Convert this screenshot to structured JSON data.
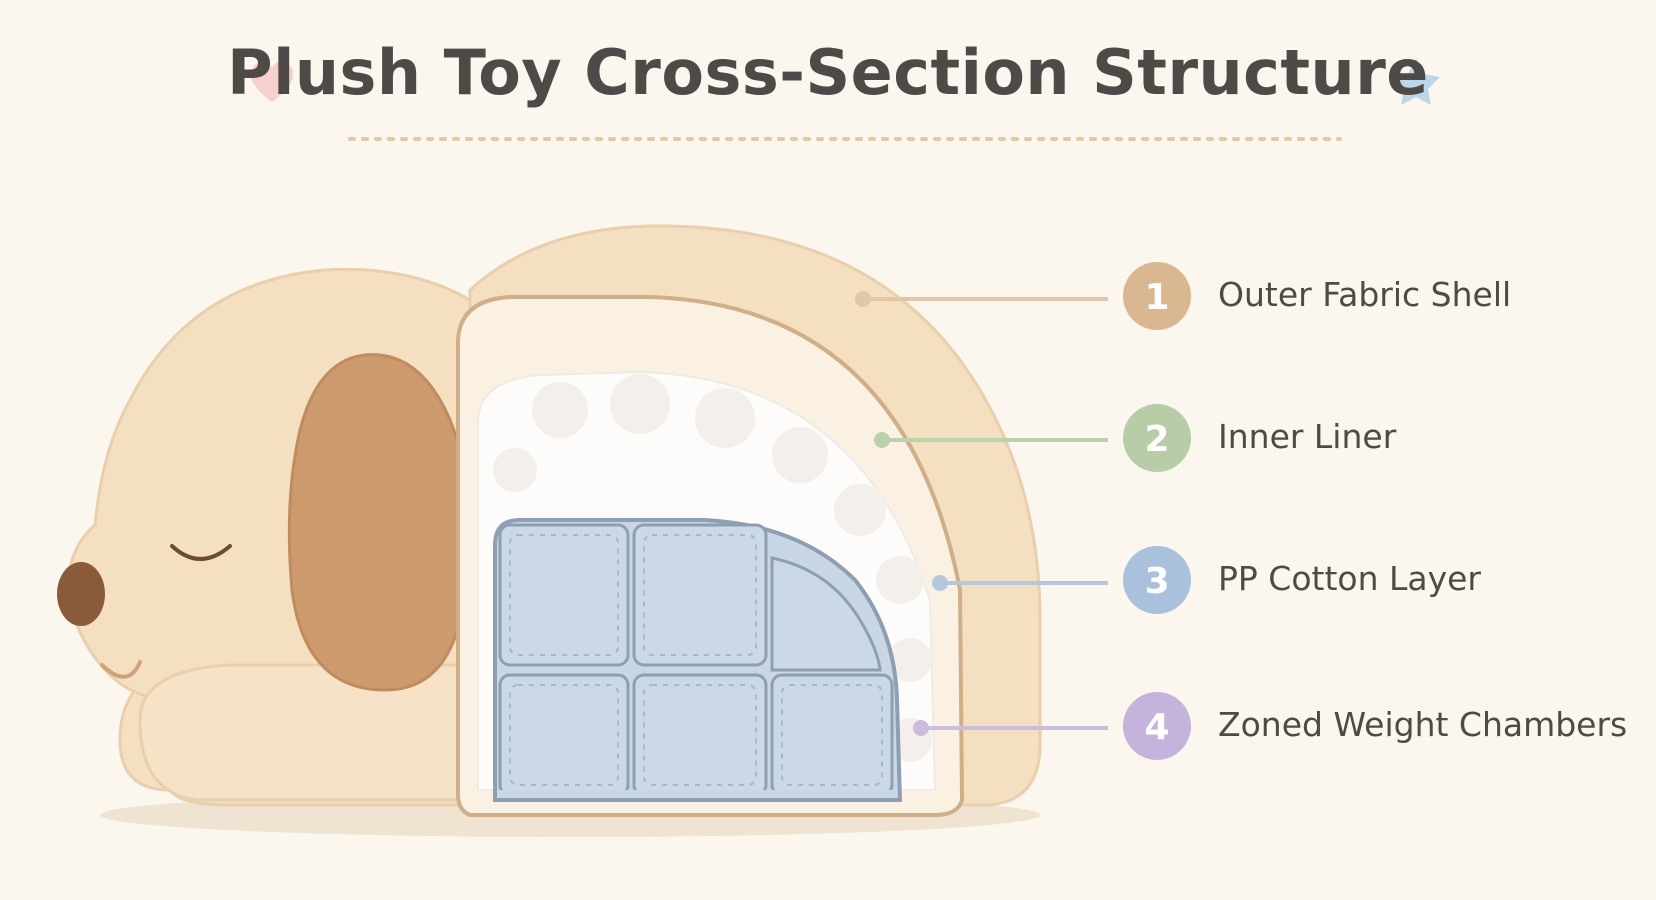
{
  "title": "Plush Toy Cross-Section Structure",
  "icons": {
    "left": "heart-icon",
    "right": "star-icon"
  },
  "colors": {
    "background": "#fbf6ee",
    "fur": "#f4dfc0",
    "ear": "#cc9a6c",
    "nose": "#8a5a3a",
    "inner_liner": "#fbf1e2",
    "cotton": "#fdfcfa",
    "chambers": "#c9d6e3",
    "chamber_border": "#8f9fb3"
  },
  "layers": [
    {
      "number": "1",
      "label": "Outer Fabric Shell",
      "color": "#d9b790",
      "line_color": "#e2c7a6"
    },
    {
      "number": "2",
      "label": "Inner Liner",
      "color": "#b9cca8",
      "line_color": "#bdd0ad"
    },
    {
      "number": "3",
      "label": "PP Cotton Layer",
      "color": "#a9c1da",
      "line_color": "#b3c8de"
    },
    {
      "number": "4",
      "label": "Zoned Weight Chambers",
      "color": "#c4b4dc",
      "line_color": "#cbbce0"
    }
  ]
}
